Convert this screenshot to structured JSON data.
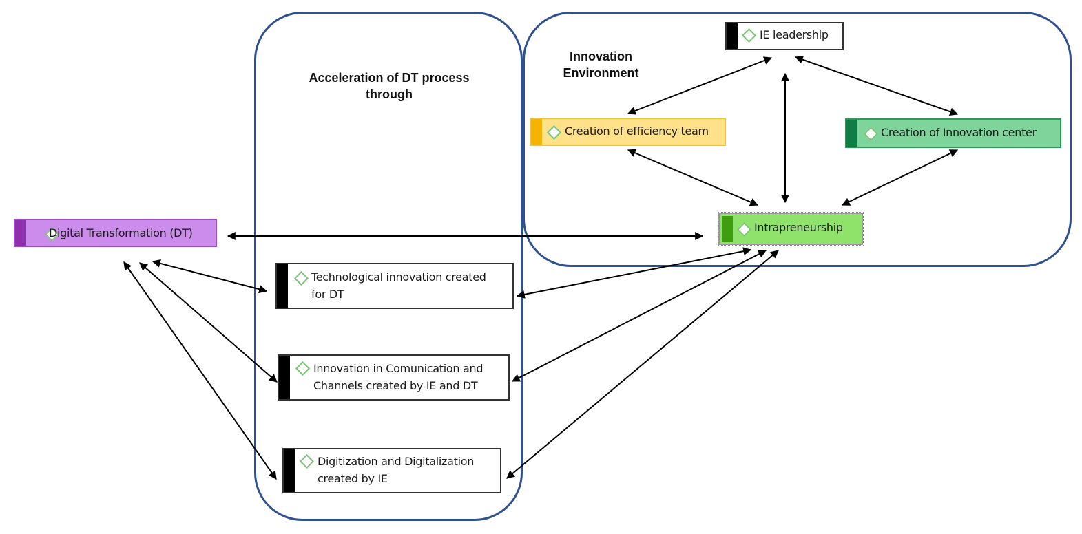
{
  "diagram": {
    "groups": [
      {
        "id": "accel",
        "title": "Acceleration of DT process through"
      },
      {
        "id": "ie",
        "title": "Innovation Environment"
      }
    ],
    "colors": {
      "group_border": "#2F528F",
      "edge": "#000000",
      "diamond_outline": "#7EC27A"
    },
    "nodes": [
      {
        "id": "dt",
        "label": "Digital Transformation (DT)",
        "fill": "#CC8CEB",
        "bar": "#8E2FAE",
        "border": "#9A4CC0",
        "diamond_fill": "#ffffff"
      },
      {
        "id": "ie_leadership",
        "label": "IE leadership",
        "fill": "#ffffff",
        "bar": "#000000",
        "border": "#333333",
        "diamond_fill": "none"
      },
      {
        "id": "efficiency",
        "label": "Creation of efficiency team",
        "fill": "#FFE18A",
        "bar": "#F5B400",
        "border": "#F2C230",
        "diamond_fill": "#ffffff"
      },
      {
        "id": "innov_center",
        "label": "Creation of Innovation center",
        "fill": "#7FD49B",
        "bar": "#0E7E45",
        "border": "#2A9A5A",
        "diamond_fill": "#ffffff"
      },
      {
        "id": "intrapreneurship",
        "label": "Intrapreneurship",
        "fill": "#8FE36A",
        "bar": "#3E9E10",
        "border": "#999999",
        "diamond_fill": "#ffffff"
      },
      {
        "id": "tech_innov",
        "label": "Technological innovation created\nfor DT",
        "line1": "Technological innovation created",
        "line2": "for DT",
        "fill": "#ffffff",
        "bar": "#000000",
        "border": "#333333",
        "diamond_fill": "none"
      },
      {
        "id": "comm_innov",
        "label": "Innovation in Comunication and Channels created by IE and DT",
        "line1": "Innovation in Comunication and",
        "line2": "Channels created by IE and DT",
        "fill": "#ffffff",
        "bar": "#000000",
        "border": "#333333",
        "diamond_fill": "none"
      },
      {
        "id": "digitization",
        "label": "Digitization and Digitalization created by IE",
        "line1": "Digitization and Digitalization",
        "line2": "created by IE",
        "fill": "#ffffff",
        "bar": "#000000",
        "border": "#333333",
        "diamond_fill": "none"
      }
    ],
    "edges": [
      {
        "from": "dt",
        "to": "intrapreneurship",
        "direction": "both"
      },
      {
        "from": "ie_leadership",
        "to": "efficiency",
        "direction": "both"
      },
      {
        "from": "ie_leadership",
        "to": "innov_center",
        "direction": "both"
      },
      {
        "from": "ie_leadership",
        "to": "intrapreneurship",
        "direction": "both"
      },
      {
        "from": "efficiency",
        "to": "intrapreneurship",
        "direction": "both"
      },
      {
        "from": "innov_center",
        "to": "intrapreneurship",
        "direction": "both"
      },
      {
        "from": "dt",
        "to": "tech_innov",
        "direction": "both"
      },
      {
        "from": "dt",
        "to": "comm_innov",
        "direction": "both"
      },
      {
        "from": "dt",
        "to": "digitization",
        "direction": "both"
      },
      {
        "from": "intrapreneurship",
        "to": "tech_innov",
        "direction": "both"
      },
      {
        "from": "intrapreneurship",
        "to": "comm_innov",
        "direction": "both"
      },
      {
        "from": "intrapreneurship",
        "to": "digitization",
        "direction": "both"
      }
    ]
  }
}
